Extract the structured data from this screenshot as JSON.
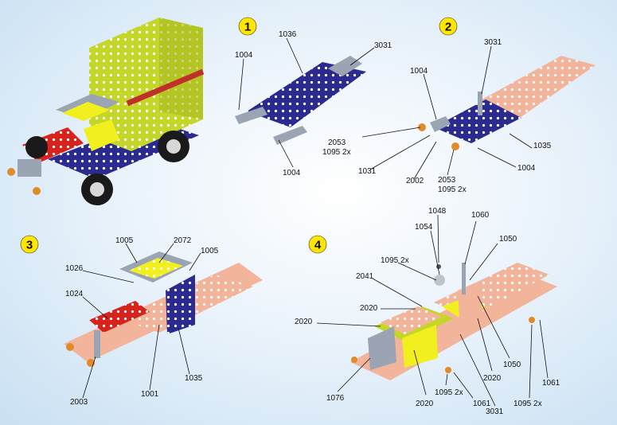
{
  "colors": {
    "step_badge": "#ffe600",
    "blue_plate": "#2b2a8f",
    "salmon_plate": "#f2b49a",
    "yellow_plate": "#f2ef1e",
    "red_plate": "#d8221c",
    "green_plate": "#c5d62a",
    "silver_plate": "#9aa4b3",
    "orange_nut": "#e08a2a"
  },
  "steps": [
    {
      "number": "1"
    },
    {
      "number": "2"
    },
    {
      "number": "3"
    },
    {
      "number": "4"
    }
  ],
  "labels": {
    "s1": {
      "a": "1004",
      "b": "1036",
      "c": "3031",
      "d": "1004"
    },
    "s2": {
      "a": "3031",
      "b": "1004",
      "c": "2053",
      "d": "1095 2x",
      "e": "1035",
      "f": "1031",
      "g": "2002",
      "h": "2053",
      "i": "1095 2x",
      "j": "1004"
    },
    "s3": {
      "a": "1005",
      "b": "2072",
      "c": "1005",
      "d": "1026",
      "e": "1024",
      "f": "2003",
      "g": "1001",
      "h": "1035"
    },
    "s4": {
      "a": "1048",
      "b": "1060",
      "c": "1054",
      "d": "1050",
      "e": "1095 2x",
      "f": "2041",
      "g": "2020",
      "h": "2020",
      "i": "1076",
      "j": "2020",
      "k": "1095 2x",
      "l": "1061",
      "m": "3031",
      "n": "2020",
      "o": "1050",
      "p": "1061",
      "q": "1095 2x"
    }
  }
}
